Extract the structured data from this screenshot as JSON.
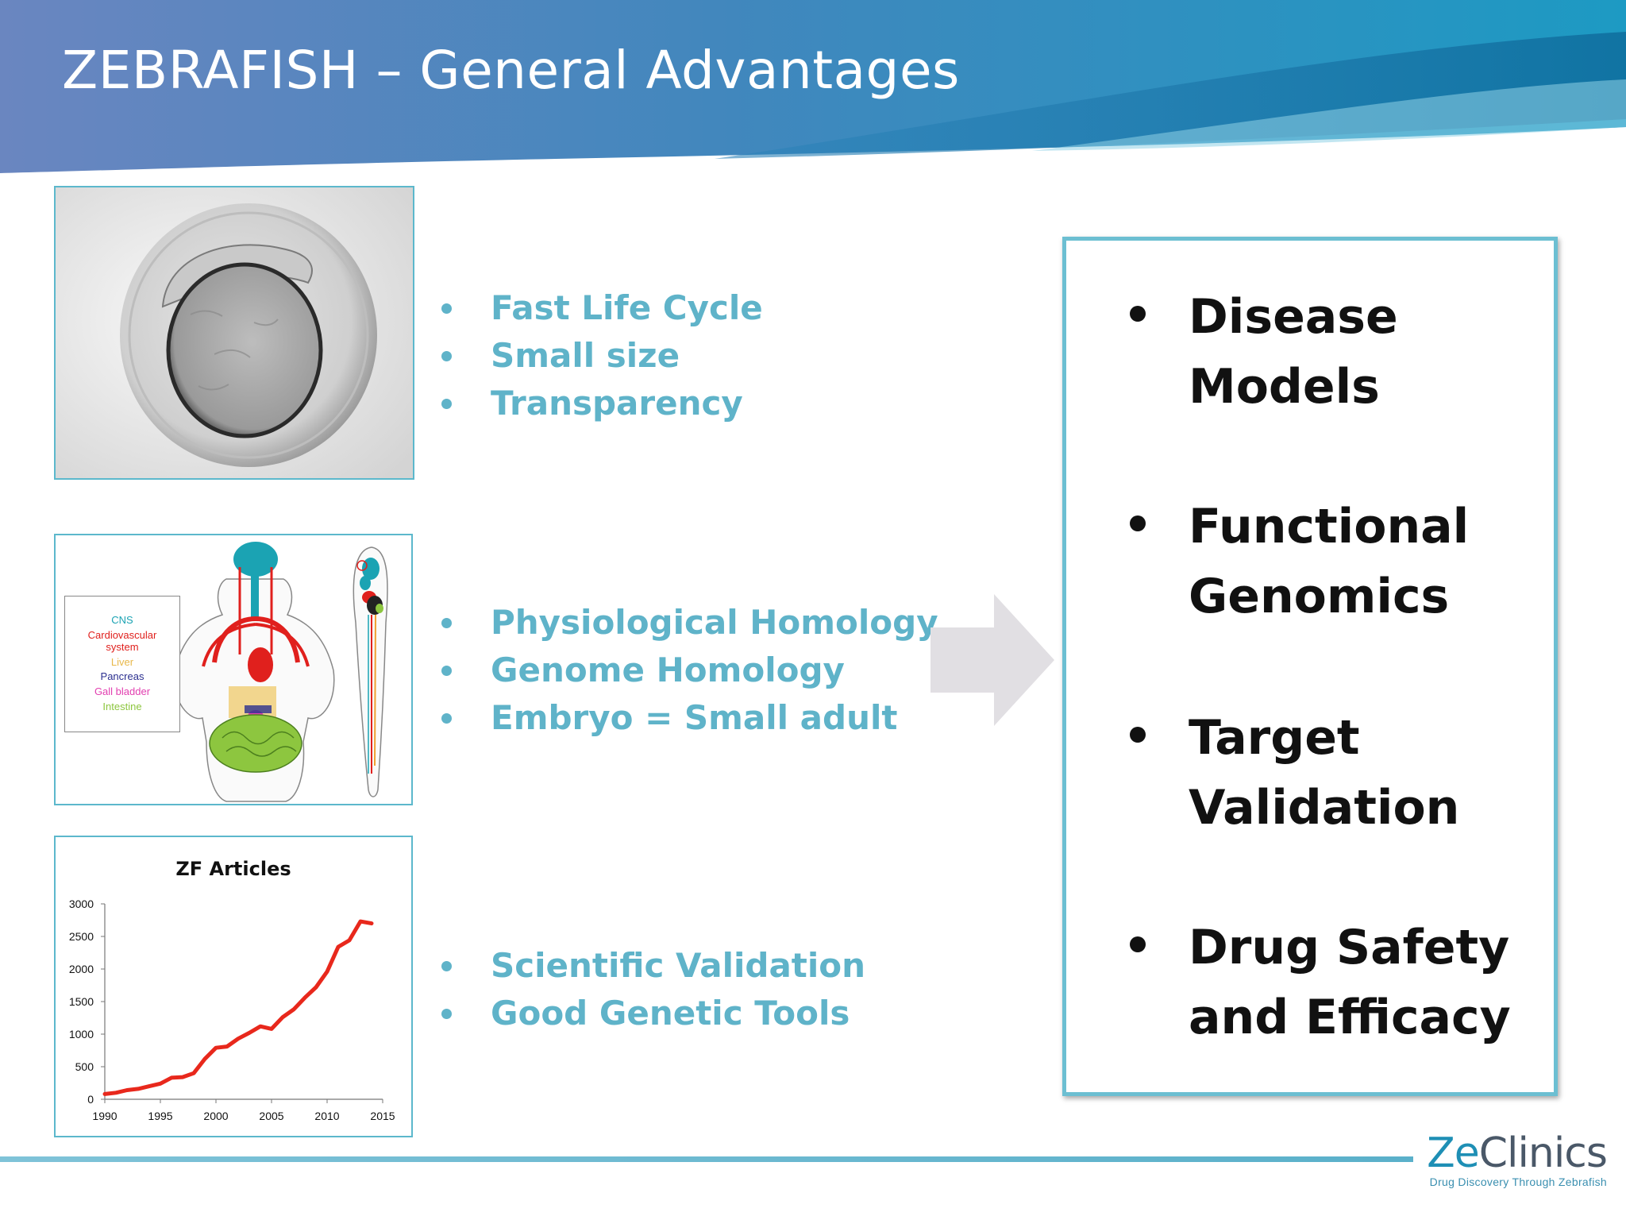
{
  "slide": {
    "title": "ZEBRAFISH – General Advantages"
  },
  "colors": {
    "accent": "#5fb3c9",
    "header_start": "#6a86c0",
    "header_end": "#1d9ac3",
    "outcome_text": "#111111"
  },
  "anatomy_legend": [
    {
      "label": "CNS",
      "color": "#1ba3b3"
    },
    {
      "label": "Cardiovascular system",
      "color": "#e0201d"
    },
    {
      "label": "Liver",
      "color": "#e8b84a"
    },
    {
      "label": "Pancreas",
      "color": "#2b2f8f"
    },
    {
      "label": "Gall bladder",
      "color": "#e23fb0"
    },
    {
      "label": "Intestine",
      "color": "#8dc63f"
    }
  ],
  "bullet_groups": [
    {
      "items": [
        "Fast Life Cycle",
        "Small size",
        "Transparency"
      ]
    },
    {
      "items": [
        "Physiological Homology",
        "Genome Homology",
        "Embryo = Small adult"
      ]
    },
    {
      "items": [
        "Scientific Validation",
        "Good Genetic Tools"
      ]
    }
  ],
  "outcomes": [
    "Disease Models",
    "Functional Genomics",
    "Target Validation",
    "Drug Safety and Efficacy"
  ],
  "logo": {
    "ze": "Ze",
    "clinics": "Clinics",
    "tagline": "Drug Discovery Through Zebrafish"
  },
  "chart_data": {
    "type": "line",
    "title": "ZF Articles",
    "xlabel": "",
    "ylabel": "",
    "xlim": [
      1990,
      2015
    ],
    "ylim": [
      0,
      3000
    ],
    "x_ticks": [
      1990,
      1995,
      2000,
      2005,
      2010,
      2015
    ],
    "y_ticks": [
      0,
      500,
      1000,
      1500,
      2000,
      2500,
      3000
    ],
    "grid": false,
    "series": [
      {
        "color": "#e8281c",
        "points": [
          [
            1990,
            80
          ],
          [
            1991,
            100
          ],
          [
            1992,
            140
          ],
          [
            1993,
            160
          ],
          [
            1994,
            200
          ],
          [
            1995,
            240
          ],
          [
            1996,
            330
          ],
          [
            1997,
            340
          ],
          [
            1998,
            400
          ],
          [
            1999,
            620
          ],
          [
            2000,
            790
          ],
          [
            2001,
            810
          ],
          [
            2002,
            930
          ],
          [
            2003,
            1020
          ],
          [
            2004,
            1120
          ],
          [
            2005,
            1080
          ],
          [
            2006,
            1260
          ],
          [
            2007,
            1380
          ],
          [
            2008,
            1560
          ],
          [
            2009,
            1720
          ],
          [
            2010,
            1960
          ],
          [
            2011,
            2340
          ],
          [
            2012,
            2440
          ],
          [
            2013,
            2730
          ],
          [
            2014,
            2700
          ]
        ]
      }
    ]
  }
}
